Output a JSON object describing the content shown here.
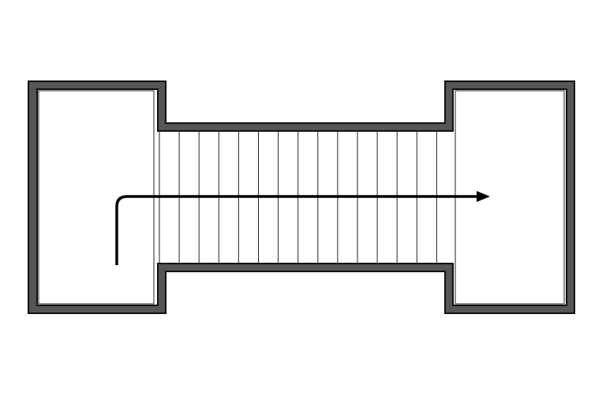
{
  "diagram": {
    "type": "stair-floor-plan",
    "stair": {
      "tread_count": 14,
      "direction": "left-to-right"
    },
    "landings": [
      "left",
      "right"
    ],
    "colors": {
      "wall_fill": "#555555",
      "outline": "#111111",
      "tread_line": "#222222",
      "arrow": "#000000",
      "background": "#ffffff"
    }
  }
}
